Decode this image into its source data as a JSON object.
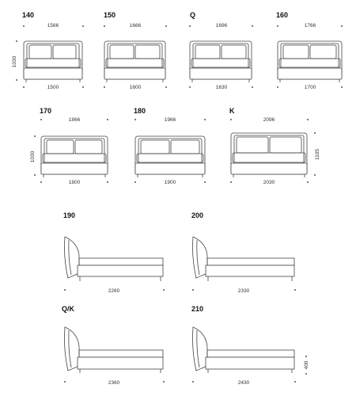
{
  "front_views": [
    {
      "label": "140",
      "outer_width": "1566",
      "inner_width": "1500",
      "height": "1030"
    },
    {
      "label": "150",
      "outer_width": "1666",
      "inner_width": "1600",
      "height": ""
    },
    {
      "label": "Q",
      "outer_width": "1696",
      "inner_width": "1630",
      "height": ""
    },
    {
      "label": "160",
      "outer_width": "1766",
      "inner_width": "1700",
      "height": ""
    },
    {
      "label": "170",
      "outer_width": "1866",
      "inner_width": "1800",
      "height": "1030"
    },
    {
      "label": "180",
      "outer_width": "1966",
      "inner_width": "1900",
      "height": ""
    },
    {
      "label": "K",
      "outer_width": "2096",
      "inner_width": "2030",
      "height": "1105"
    }
  ],
  "side_views": [
    {
      "label": "190",
      "length": "2260",
      "height": ""
    },
    {
      "label": "200",
      "length": "2330",
      "height": ""
    },
    {
      "label": "Q/K",
      "length": "2360",
      "height": ""
    },
    {
      "label": "210",
      "length": "2430",
      "height": "400"
    }
  ]
}
